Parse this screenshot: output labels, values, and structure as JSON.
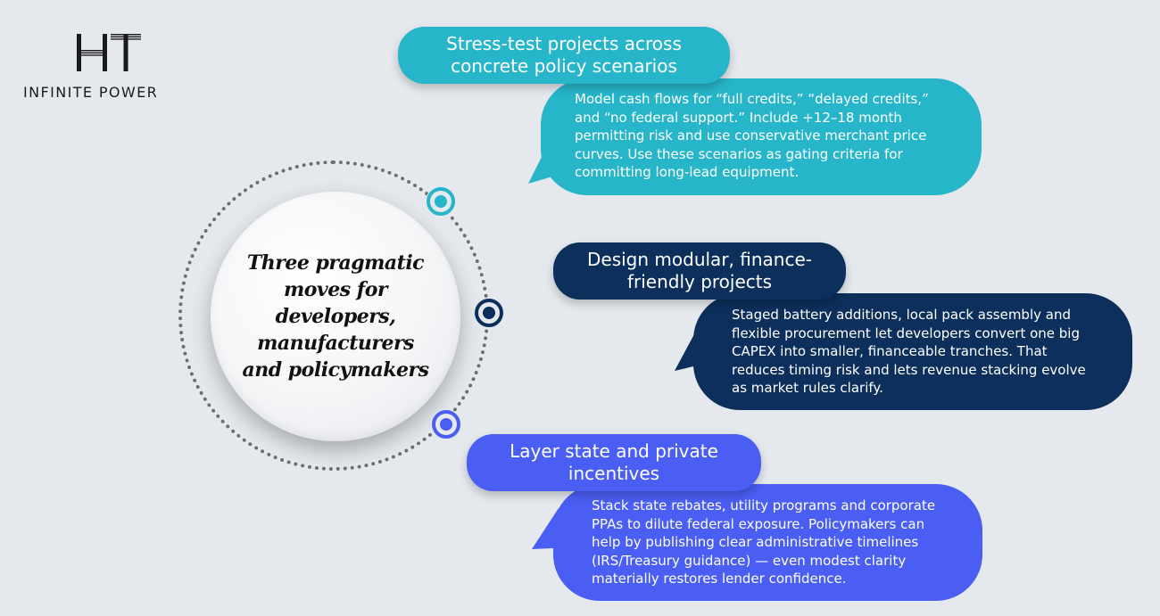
{
  "logo": {
    "mark": "HT",
    "tagline": "INFINITE POWER"
  },
  "center": {
    "title": "Three pragmatic moves for developers, manufacturers and policymakers"
  },
  "colors": {
    "move1": "#27b6c9",
    "move2": "#0d2f5c",
    "move3": "#4a5ef3",
    "background": "#e5e9ee",
    "ring": "#6b6e73"
  },
  "moves": [
    {
      "heading": "Stress-test projects across concrete policy scenarios",
      "body": "Model cash flows for “full credits,” “delayed credits,” and “no federal support.” Include +12–18 month permitting risk and use conservative merchant price curves. Use these scenarios as gating criteria for committing long-lead equipment."
    },
    {
      "heading": "Design modular, finance-friendly projects",
      "body": "Staged battery additions, local pack assembly and flexible procurement let developers convert one big CAPEX into smaller, financeable tranches. That reduces timing risk and lets revenue stacking evolve as market rules clarify."
    },
    {
      "heading": "Layer state and private incentives",
      "body": "Stack state rebates, utility programs and corporate PPAs to dilute federal exposure. Policymakers can help by publishing clear administrative timelines (IRS/Treasury guidance) — even modest clarity materially restores lender confidence."
    }
  ]
}
